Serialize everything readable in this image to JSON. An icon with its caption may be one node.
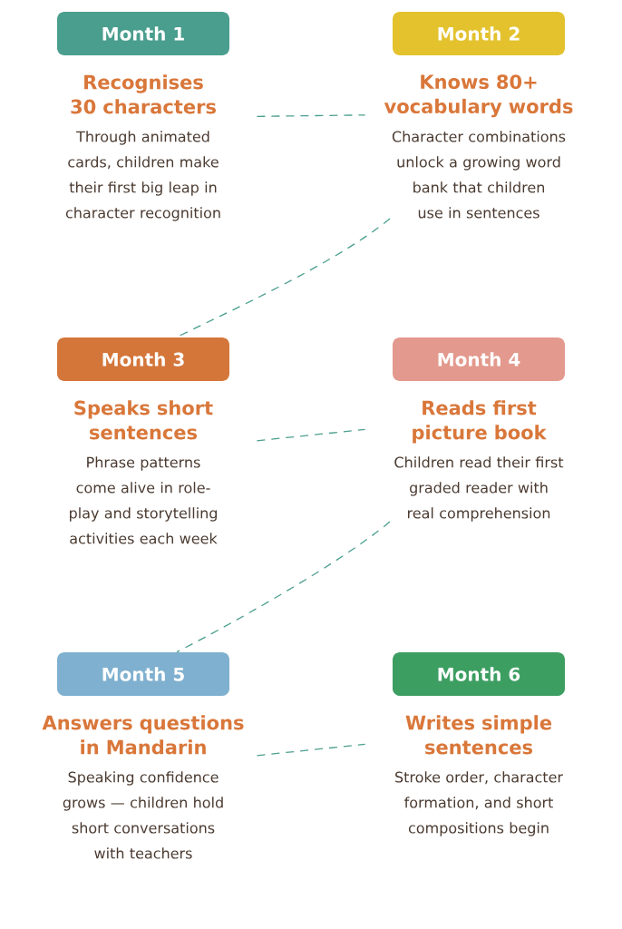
{
  "diagram": {
    "nodes": [
      {
        "text": [
          "Month 1"
        ],
        "beside": [
          "Recognises 30 characters",
          "Through animated cards, children make their first big leap in character recognition"
        ]
      },
      {
        "text": [
          "Month 2"
        ],
        "beside": [
          "Knows 80+ vocabulary words",
          "Character combinations unlock a growing word bank that children use in sentences"
        ]
      },
      {
        "text": [
          "Month 3"
        ],
        "beside": [
          "Speaks short sentences",
          "Phrase patterns come alive in role-play and storytelling activities each week"
        ]
      },
      {
        "text": [
          "Month 4"
        ],
        "beside": [
          "Reads first picture book",
          "Children read their first graded reader with real comprehension"
        ]
      },
      {
        "text": [
          "Month 5"
        ],
        "beside": [
          "Answers questions in Mandarin",
          "Speaking confidence grows — children hold short conversations with teachers"
        ]
      },
      {
        "text": [
          "Month 6"
        ],
        "beside": [
          "Writes simple sentences",
          "Stroke order, character formation, and short compositions begin"
        ]
      }
    ],
    "edges": [
      {
        "from": 0,
        "to": 1,
        "arrow": "none",
        "style": "dashed"
      },
      {
        "from": 1,
        "to": 2,
        "arrow": "none",
        "style": "dashed"
      },
      {
        "from": 2,
        "to": 3,
        "arrow": "none",
        "style": "dashed"
      },
      {
        "from": 3,
        "to": 4,
        "arrow": "none",
        "style": "dashed"
      },
      {
        "from": 4,
        "to": 5,
        "arrow": "none",
        "style": "dashed"
      }
    ]
  }
}
